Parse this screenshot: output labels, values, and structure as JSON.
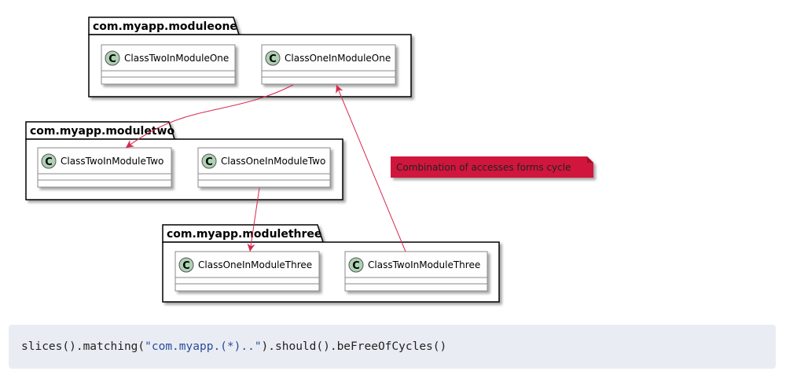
{
  "packages": [
    {
      "id": "p1",
      "name": "com.myapp.moduleone"
    },
    {
      "id": "p2",
      "name": "com.myapp.moduletwo"
    },
    {
      "id": "p3",
      "name": "com.myapp.modulethree"
    }
  ],
  "classes": [
    {
      "id": "c1",
      "name": "ClassTwoInModuleOne",
      "stereotype": "C"
    },
    {
      "id": "c2",
      "name": "ClassOneInModuleOne",
      "stereotype": "C"
    },
    {
      "id": "c3",
      "name": "ClassTwoInModuleTwo",
      "stereotype": "C"
    },
    {
      "id": "c4",
      "name": "ClassOneInModuleTwo",
      "stereotype": "C"
    },
    {
      "id": "c5",
      "name": "ClassOneInModuleThree",
      "stereotype": "C"
    },
    {
      "id": "c6",
      "name": "ClassTwoInModuleThree",
      "stereotype": "C"
    }
  ],
  "edges": [
    {
      "from": "ClassOneInModuleOne",
      "to": "ClassTwoInModuleTwo"
    },
    {
      "from": "ClassOneInModuleTwo",
      "to": "ClassOneInModuleThree"
    },
    {
      "from": "ClassTwoInModuleThree",
      "to": "ClassOneInModuleOne"
    }
  ],
  "note": {
    "text": "Combination of accesses forms cycle"
  },
  "colors": {
    "edge": "#d6294f",
    "note_fill": "#d0123c",
    "class_fill": "#fefefe",
    "spot_fill": "#add1b2"
  },
  "code": {
    "prefix": "slices().matching(",
    "string": "\"com.myapp.(*)..\"",
    "suffix": ").should().beFreeOfCycles()"
  }
}
